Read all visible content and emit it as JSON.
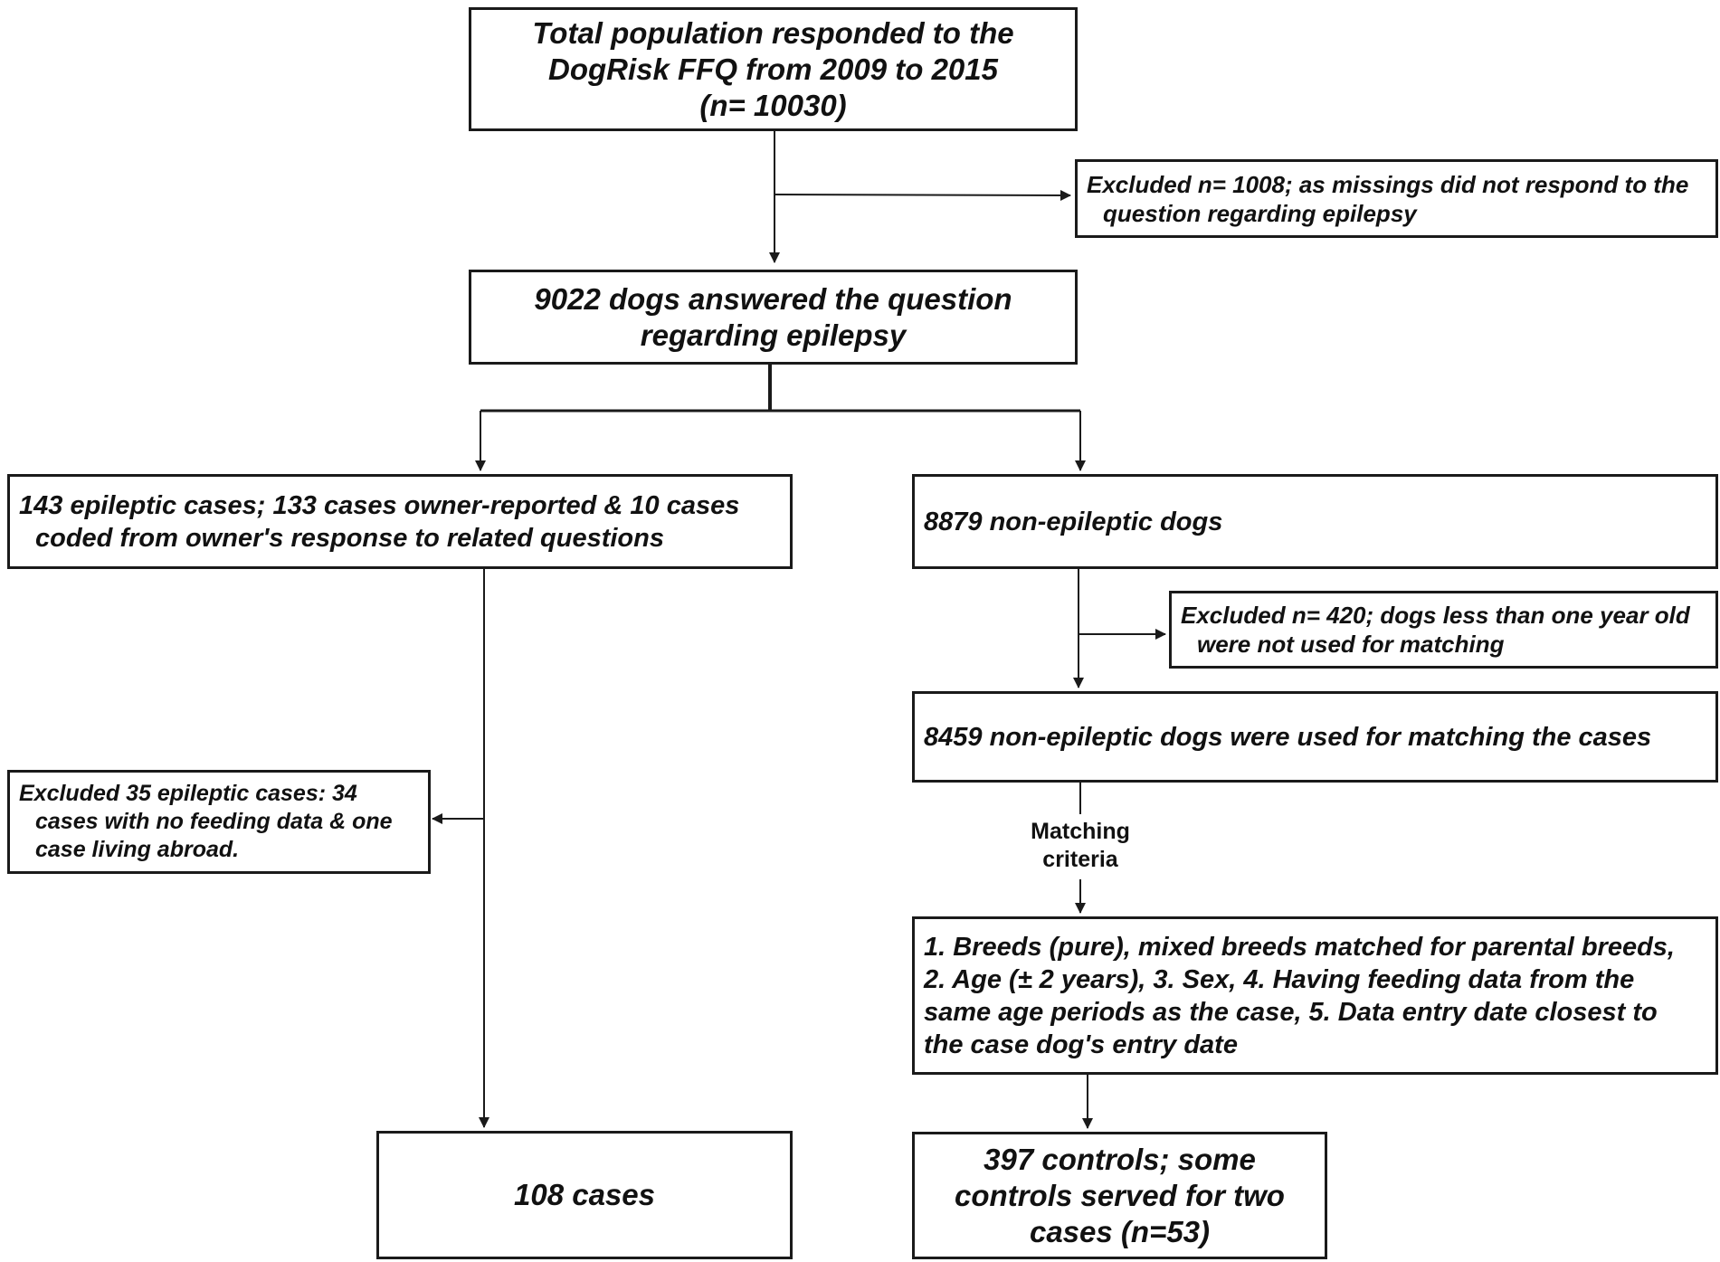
{
  "boxes": {
    "total_population": {
      "lines": [
        "Total population responded to the",
        "DogRisk FFQ from 2009 to 2015",
        "(n= 10030)"
      ]
    },
    "excluded_missing": {
      "lines": [
        "Excluded n= 1008; as missings did not respond to the",
        "question regarding epilepsy"
      ]
    },
    "answered_epilepsy": {
      "lines": [
        "9022 dogs answered the question",
        "regarding epilepsy"
      ]
    },
    "epileptic_cases": {
      "lines": [
        "143 epileptic cases;  133 cases owner-reported & 10 cases",
        "coded from owner's response to related questions"
      ]
    },
    "non_epileptic": {
      "lines": [
        "8879 non-epileptic dogs"
      ]
    },
    "excluded_young": {
      "lines": [
        "Excluded n= 420; dogs less than one year old",
        "were not used for matching"
      ]
    },
    "used_for_matching": {
      "lines": [
        "8459 non-epileptic dogs were used for matching the cases"
      ]
    },
    "excluded_cases": {
      "lines": [
        "Excluded 35 epileptic cases: 34",
        "cases with no feeding data & one",
        "case living abroad."
      ]
    },
    "criteria_list": {
      "lines": [
        "1. Breeds (pure), mixed breeds matched for parental breeds,",
        "2. Age (± 2 years), 3. Sex, 4. Having feeding data from the",
        "same age periods as the case, 5. Data entry date closest to",
        "the case dog's entry date"
      ]
    },
    "final_cases": {
      "lines": [
        "108 cases"
      ]
    },
    "final_controls": {
      "lines": [
        "397  controls; some",
        "controls served for two",
        "cases (n=53)"
      ]
    }
  },
  "matching_label": {
    "lines": [
      "Matching",
      "criteria"
    ]
  },
  "colors": {
    "line": "#1a1a1a",
    "background": "#ffffff"
  }
}
